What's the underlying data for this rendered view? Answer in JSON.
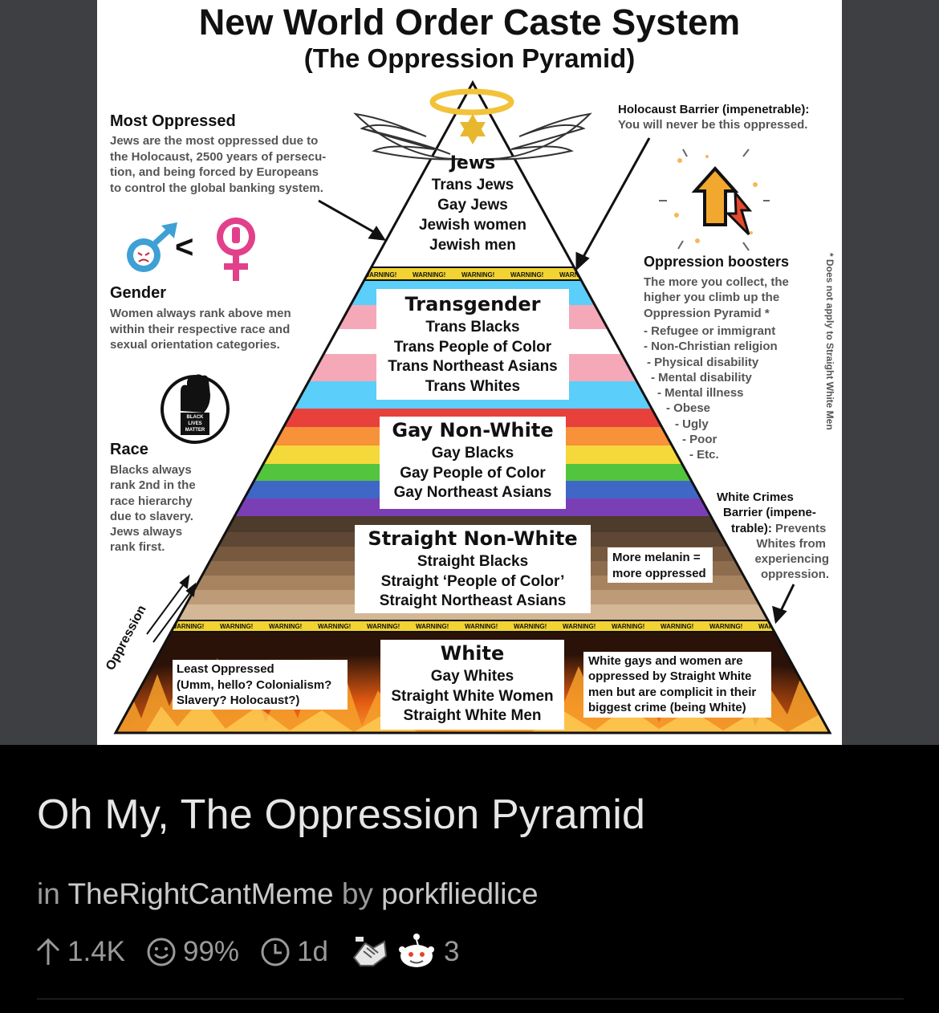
{
  "meme": {
    "title": "New World Order Caste System",
    "subtitle": "(The Oppression Pyramid)",
    "most_oppressed": {
      "heading": "Most Oppressed",
      "lines": [
        "Jews are the most oppressed due to",
        "the Holocaust, 2500 years of persecu-",
        "tion, and being forced by Europeans",
        "to control the global banking system."
      ]
    },
    "gender": {
      "heading": "Gender",
      "symbol_lt": "<",
      "lines": [
        "Women always rank above men",
        "within their respective race and",
        "sexual orientation categories."
      ]
    },
    "blm_logo": "BLACK LIVES MATTER",
    "race": {
      "heading": "Race",
      "lines": [
        "Blacks always",
        "rank 2nd in the",
        "race hierarchy",
        "due to slavery.",
        "Jews always",
        "rank first."
      ]
    },
    "oppression_axis": "Oppression",
    "holocaust_barrier": {
      "heading": "Holocaust Barrier (impenetrable):",
      "text": "You will never be this oppressed."
    },
    "boosters": {
      "heading": "Oppression boosters",
      "lines": [
        "The more you collect, the",
        "higher you climb up the",
        "Oppression Pyramid *"
      ],
      "items": [
        "- Refugee or immigrant",
        "- Non-Christian religion",
        "- Physical disability",
        "- Mental disability",
        "- Mental illness",
        "- Obese",
        "- Ugly",
        "- Poor",
        "- Etc."
      ],
      "footnote": "* Does not apply to Straight White Men"
    },
    "white_crimes": {
      "bold_lines": [
        "White Crimes",
        "Barrier (impene-",
        "trable):"
      ],
      "lines": [
        "Prevents",
        "Whites from",
        "experiencing",
        "oppression."
      ]
    },
    "warning_word": "WARNING!",
    "tiers": [
      {
        "head": "Jews",
        "lines": [
          "Trans Jews",
          "Gay Jews",
          "Jewish women",
          "Jewish men"
        ]
      },
      {
        "head": "Transgender",
        "lines": [
          "Trans Blacks",
          "Trans People of Color",
          "Trans Northeast Asians",
          "Trans Whites"
        ]
      },
      {
        "head": "Gay Non-White",
        "lines": [
          "Gay Blacks",
          "Gay People of Color",
          "Gay Northeast Asians"
        ]
      },
      {
        "head": "Straight Non-White",
        "lines": [
          "Straight Blacks",
          "Straight ‘People of Color’",
          "Straight Northeast Asians"
        ]
      },
      {
        "head": "White",
        "lines": [
          "Gay Whites",
          "Straight White Women",
          "Straight White Men"
        ]
      }
    ],
    "melanin_note": [
      "More melanin =",
      "more oppressed"
    ],
    "least_oppressed": [
      "Least Oppressed",
      "(Umm, hello? Colonialism?",
      "Slavery? Holocaust?)"
    ],
    "white_gays_note": [
      "White gays and women are",
      "oppressed by Straight White",
      "men but are complicit in their",
      "biggest crime (being White)"
    ],
    "colors": {
      "trans_blue": "#5bcefa",
      "trans_pink": "#f5a9b8",
      "rainbow": [
        "#e8413c",
        "#f7913a",
        "#f5d83a",
        "#52c43e",
        "#3f67c6",
        "#7b3fb5"
      ],
      "skin_tones": [
        "#4d3b2c",
        "#5e4734",
        "#77593f",
        "#8e6c4e",
        "#a7835f",
        "#bd9b78",
        "#d3b797"
      ],
      "hazard_yellow": "#f2d332",
      "fire": "#e9671b"
    }
  },
  "post": {
    "title": "Oh My, The Oppression Pyramid",
    "in_label": "in",
    "subreddit": "TheRightCantMeme",
    "by_label": "by",
    "author": "porkfliedlice",
    "upvotes": "1.4K",
    "ratio": "99%",
    "age": "1d",
    "award_count": "3"
  }
}
